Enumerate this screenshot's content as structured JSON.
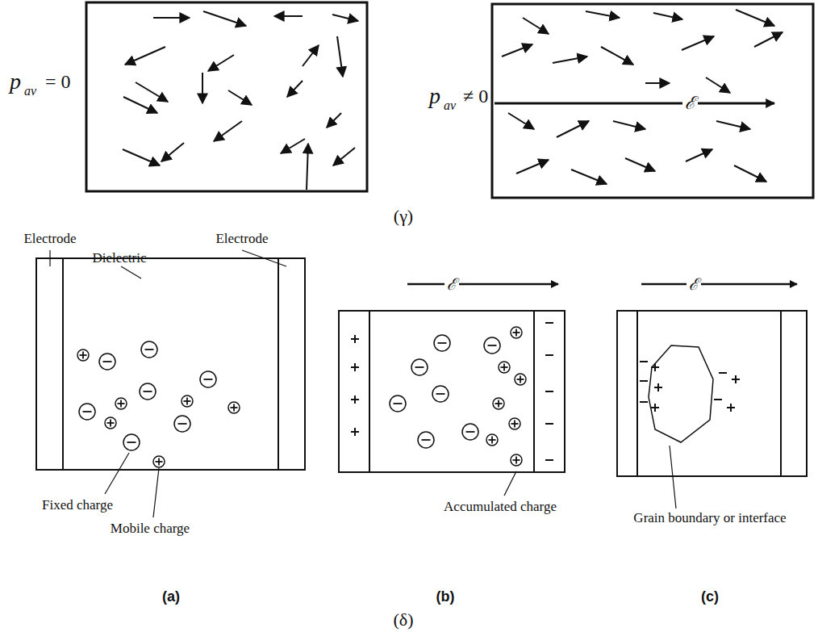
{
  "diagram": {
    "labels": [
      "p",
      "av",
      "= 0",
      "p",
      "av",
      "≠ 0",
      "ℰ",
      "(γ)",
      "Electrode",
      "Electrode",
      "Dielectric",
      "Fixed charge",
      "Mobile charge",
      "ℰ",
      "Accumulated charge",
      "ℰ",
      "Grain boundary or interface",
      "(a)",
      "(b)",
      "(c)",
      "(δ)"
    ]
  }
}
